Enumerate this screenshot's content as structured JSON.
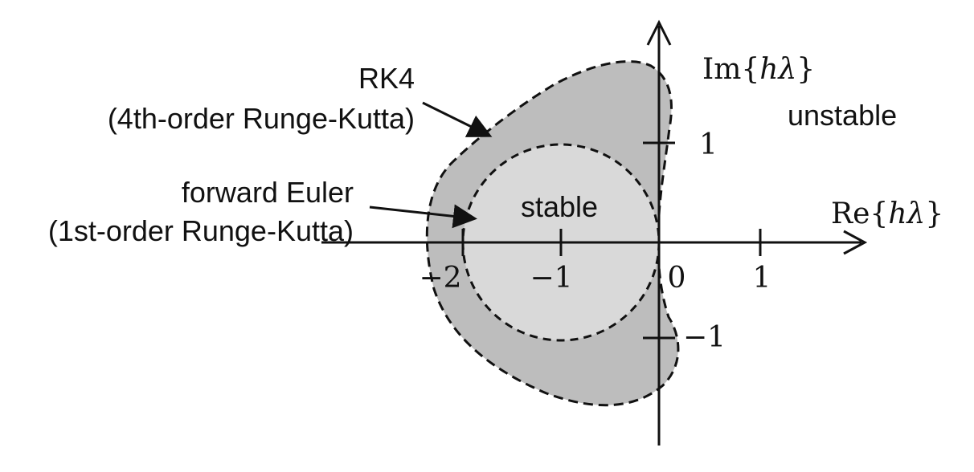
{
  "axes": {
    "im_label_prefix": "Im{",
    "im_label_var": "hλ",
    "im_label_suffix": "}",
    "re_label_prefix": "Re{",
    "re_label_var": "hλ",
    "re_label_suffix": "}"
  },
  "ticks": {
    "x_minus2": "−2",
    "x_minus1": "−1",
    "x_zero": "0",
    "x_one": "1",
    "y_one": "1",
    "y_minus1": "−1"
  },
  "labels": {
    "rk4_line1": "RK4",
    "rk4_line2": "(4th-order Runge-Kutta)",
    "euler_line1": "forward Euler",
    "euler_line2": "(1st-order Runge-Kutta)",
    "stable": "stable",
    "unstable": "unstable"
  },
  "colors": {
    "rk4_region": "#bdbdbd",
    "euler_region": "#d9d9d9",
    "ink": "#111111"
  }
}
